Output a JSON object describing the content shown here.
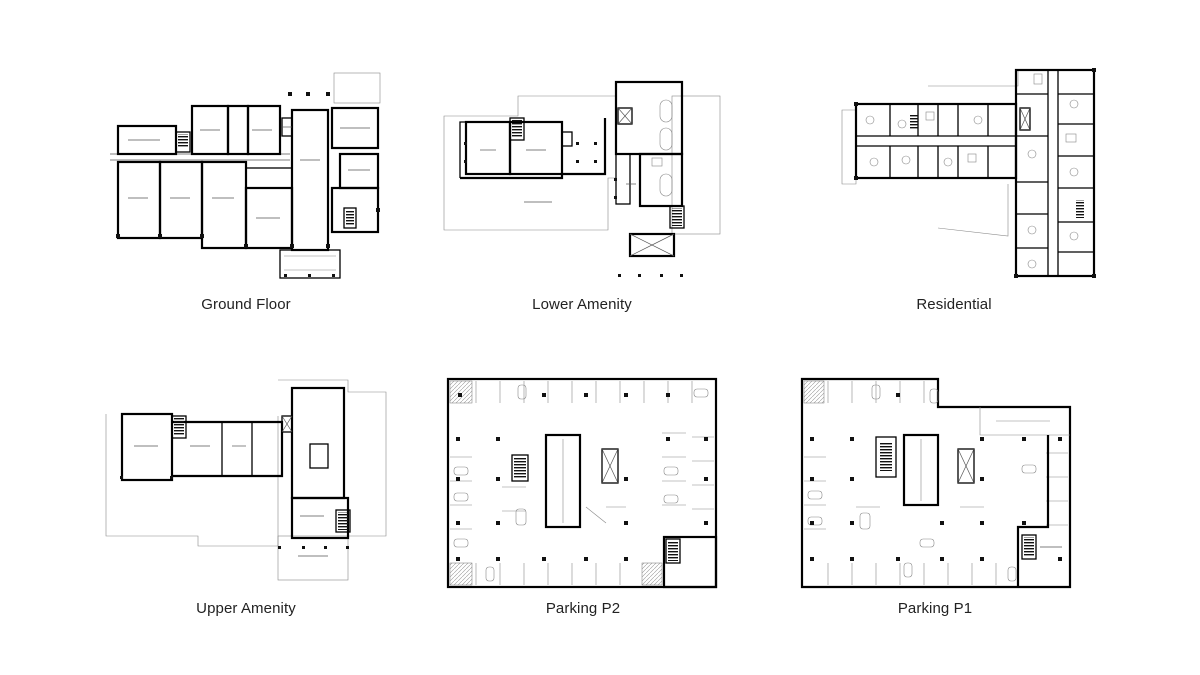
{
  "plans": [
    {
      "label": "Ground Floor"
    },
    {
      "label": "Lower Amenity"
    },
    {
      "label": "Residential"
    },
    {
      "label": "Upper Amenity"
    },
    {
      "label": "Parking P2"
    },
    {
      "label": "Parking P1"
    }
  ]
}
